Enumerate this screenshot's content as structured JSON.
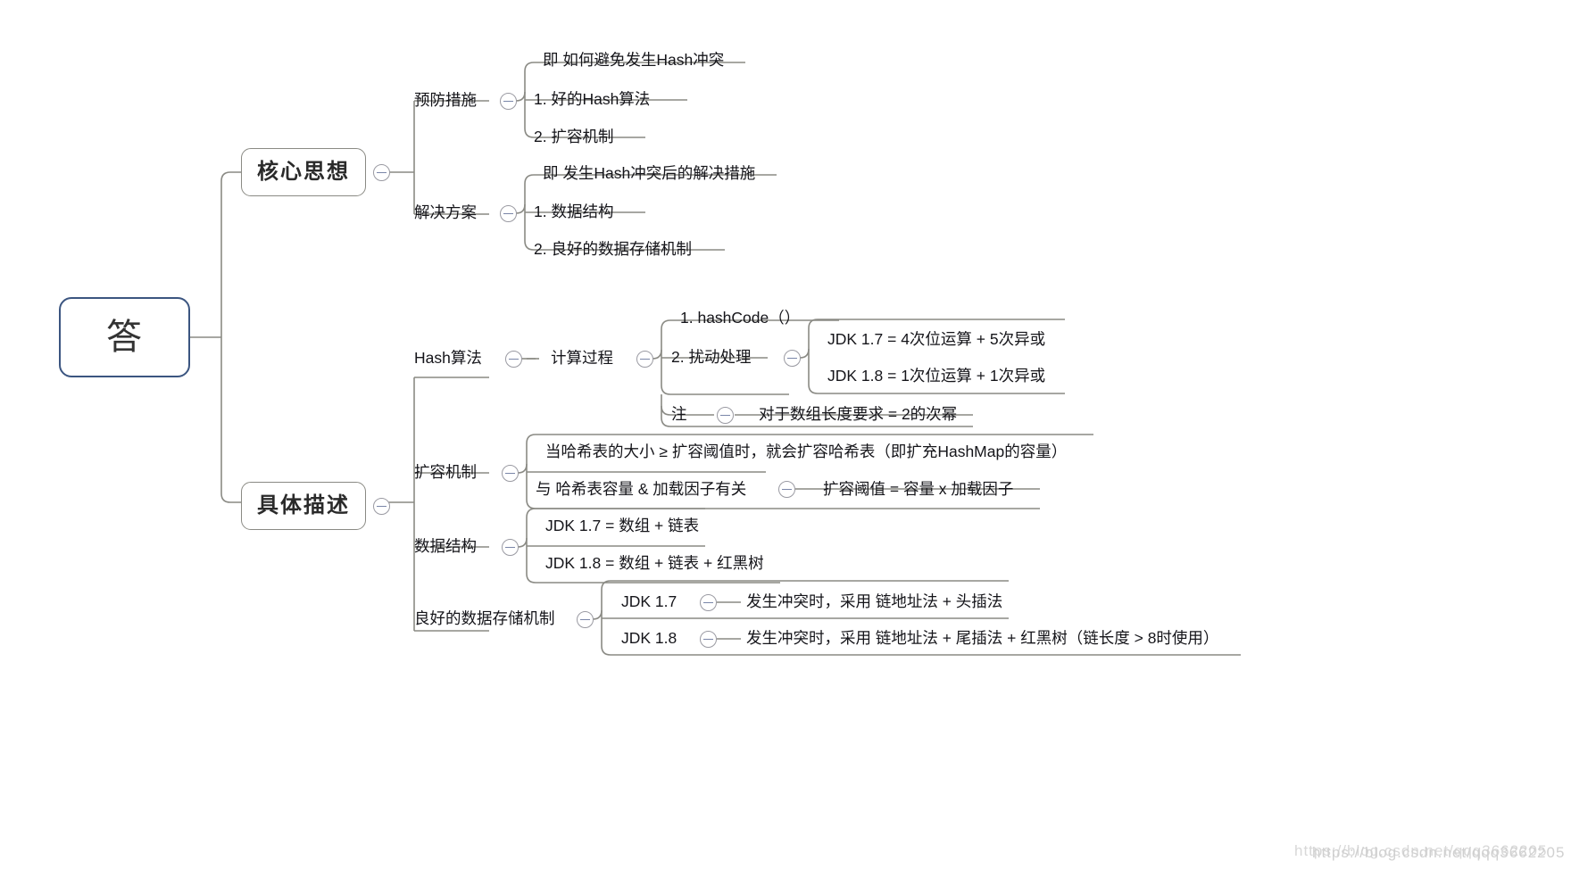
{
  "diagram": {
    "type": "mind-map",
    "title_text": "答",
    "line_color": "#8a8a84",
    "root_border_color": "#3b5580",
    "toggle_color": "#7a86a8",
    "background": "#ffffff"
  },
  "root": {
    "label": "答"
  },
  "branches": {
    "core": {
      "label": "核心思想",
      "children": [
        {
          "label": "预防措施",
          "note": "即 如何避免发生Hash冲突",
          "items": [
            "1. 好的Hash算法",
            "2. 扩容机制"
          ]
        },
        {
          "label": "解决方案",
          "note": "即 发生Hash冲突后的解决措施",
          "items": [
            "1. 数据结构",
            "2. 良好的数据存储机制"
          ]
        }
      ]
    },
    "detail": {
      "label": "具体描述",
      "children": [
        {
          "label": "Hash算法",
          "sub_label": "计算过程",
          "items": [
            "1. hashCode（）",
            "2. 扰动处理"
          ],
          "disturb_items": [
            "JDK 1.7 = 4次位运算 + 5次异或",
            "JDK 1.8 = 1次位运算 + 1次异或"
          ],
          "note_label": "注",
          "note_text": "对于数组长度要求 = 2的次幂"
        },
        {
          "label": "扩容机制",
          "items": [
            "当哈希表的大小 ≥ 扩容阈值时，就会扩容哈希表（即扩充HashMap的容量）",
            "与 哈希表容量 & 加载因子有关"
          ],
          "factor_detail": "扩容阈值 = 容量 x 加载因子"
        },
        {
          "label": "数据结构",
          "items": [
            "JDK 1.7 = 数组 + 链表",
            "JDK 1.8 =  数组 + 链表 + 红黑树"
          ]
        },
        {
          "label": "良好的数据存储机制",
          "rows": [
            {
              "version": "JDK 1.7",
              "detail": "发生冲突时，采用 链地址法 + 头插法"
            },
            {
              "version": "JDK 1.8",
              "detail": "发生冲突时，采用 链地址法 + 尾插法 + 红黑树（链长度 > 8时使用）"
            }
          ]
        }
      ]
    }
  },
  "watermark": {
    "line1": "https://blog.csdn.net/qqq3662205",
    "line2": "https://blog.csdn.net/qqq3662205"
  }
}
